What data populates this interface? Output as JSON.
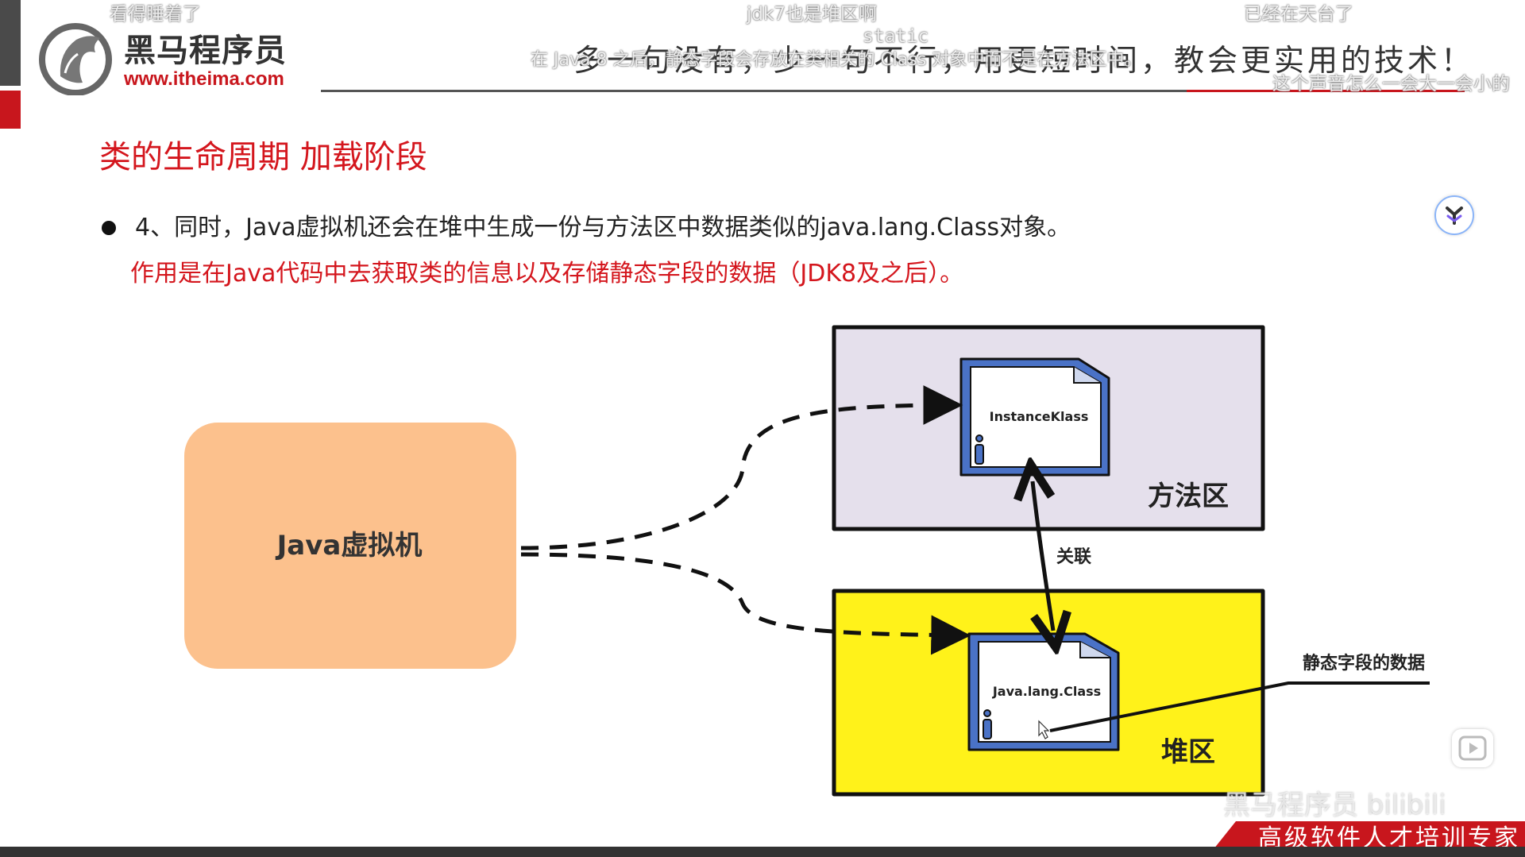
{
  "logo": {
    "name_cn": "黑马程序员",
    "url": "www.itheima.com"
  },
  "header": {
    "slogan": "多一句没有，少一句不行，用更短时间，教会更实用的技术！"
  },
  "danmaku": [
    "看得睡着了",
    "jdk7也是堆区啊",
    "static",
    "已经在天台了",
    "在 Java 8 之后，静态字段会存放在类相关的 Class 对象中而不是在方法区中。",
    "这个声音怎么一会大一会小的"
  ],
  "slide": {
    "title": "类的生命周期 加载阶段",
    "bullet": "4、同时，Java虚拟机还会在堆中生成一份与方法区中数据类似的java.lang.Class对象。",
    "bullet_sub": "作用是在Java代码中去获取类的信息以及存储静态字段的数据（JDK8及之后）。"
  },
  "diagram": {
    "jvm_label": "Java虚拟机",
    "method_area_label": "方法区",
    "heap_label": "堆区",
    "instance_klass_label": "InstanceKlass",
    "class_object_label": "Java.lang.Class",
    "link_label": "关联",
    "static_data_label": "静态字段的数据",
    "colors": {
      "jvm_fill": "#fcc18d",
      "method_area_fill": "#e5e0ec",
      "heap_fill": "#fff21a",
      "doc_border": "#4a72c6"
    }
  },
  "watermark": "黑马程序员 bilibili",
  "footer": {
    "tagline": "高级软件人才培训专家"
  },
  "icons": [
    "logo-horse-icon",
    "assistant-icon",
    "play-icon",
    "document-icon",
    "cursor-icon"
  ]
}
